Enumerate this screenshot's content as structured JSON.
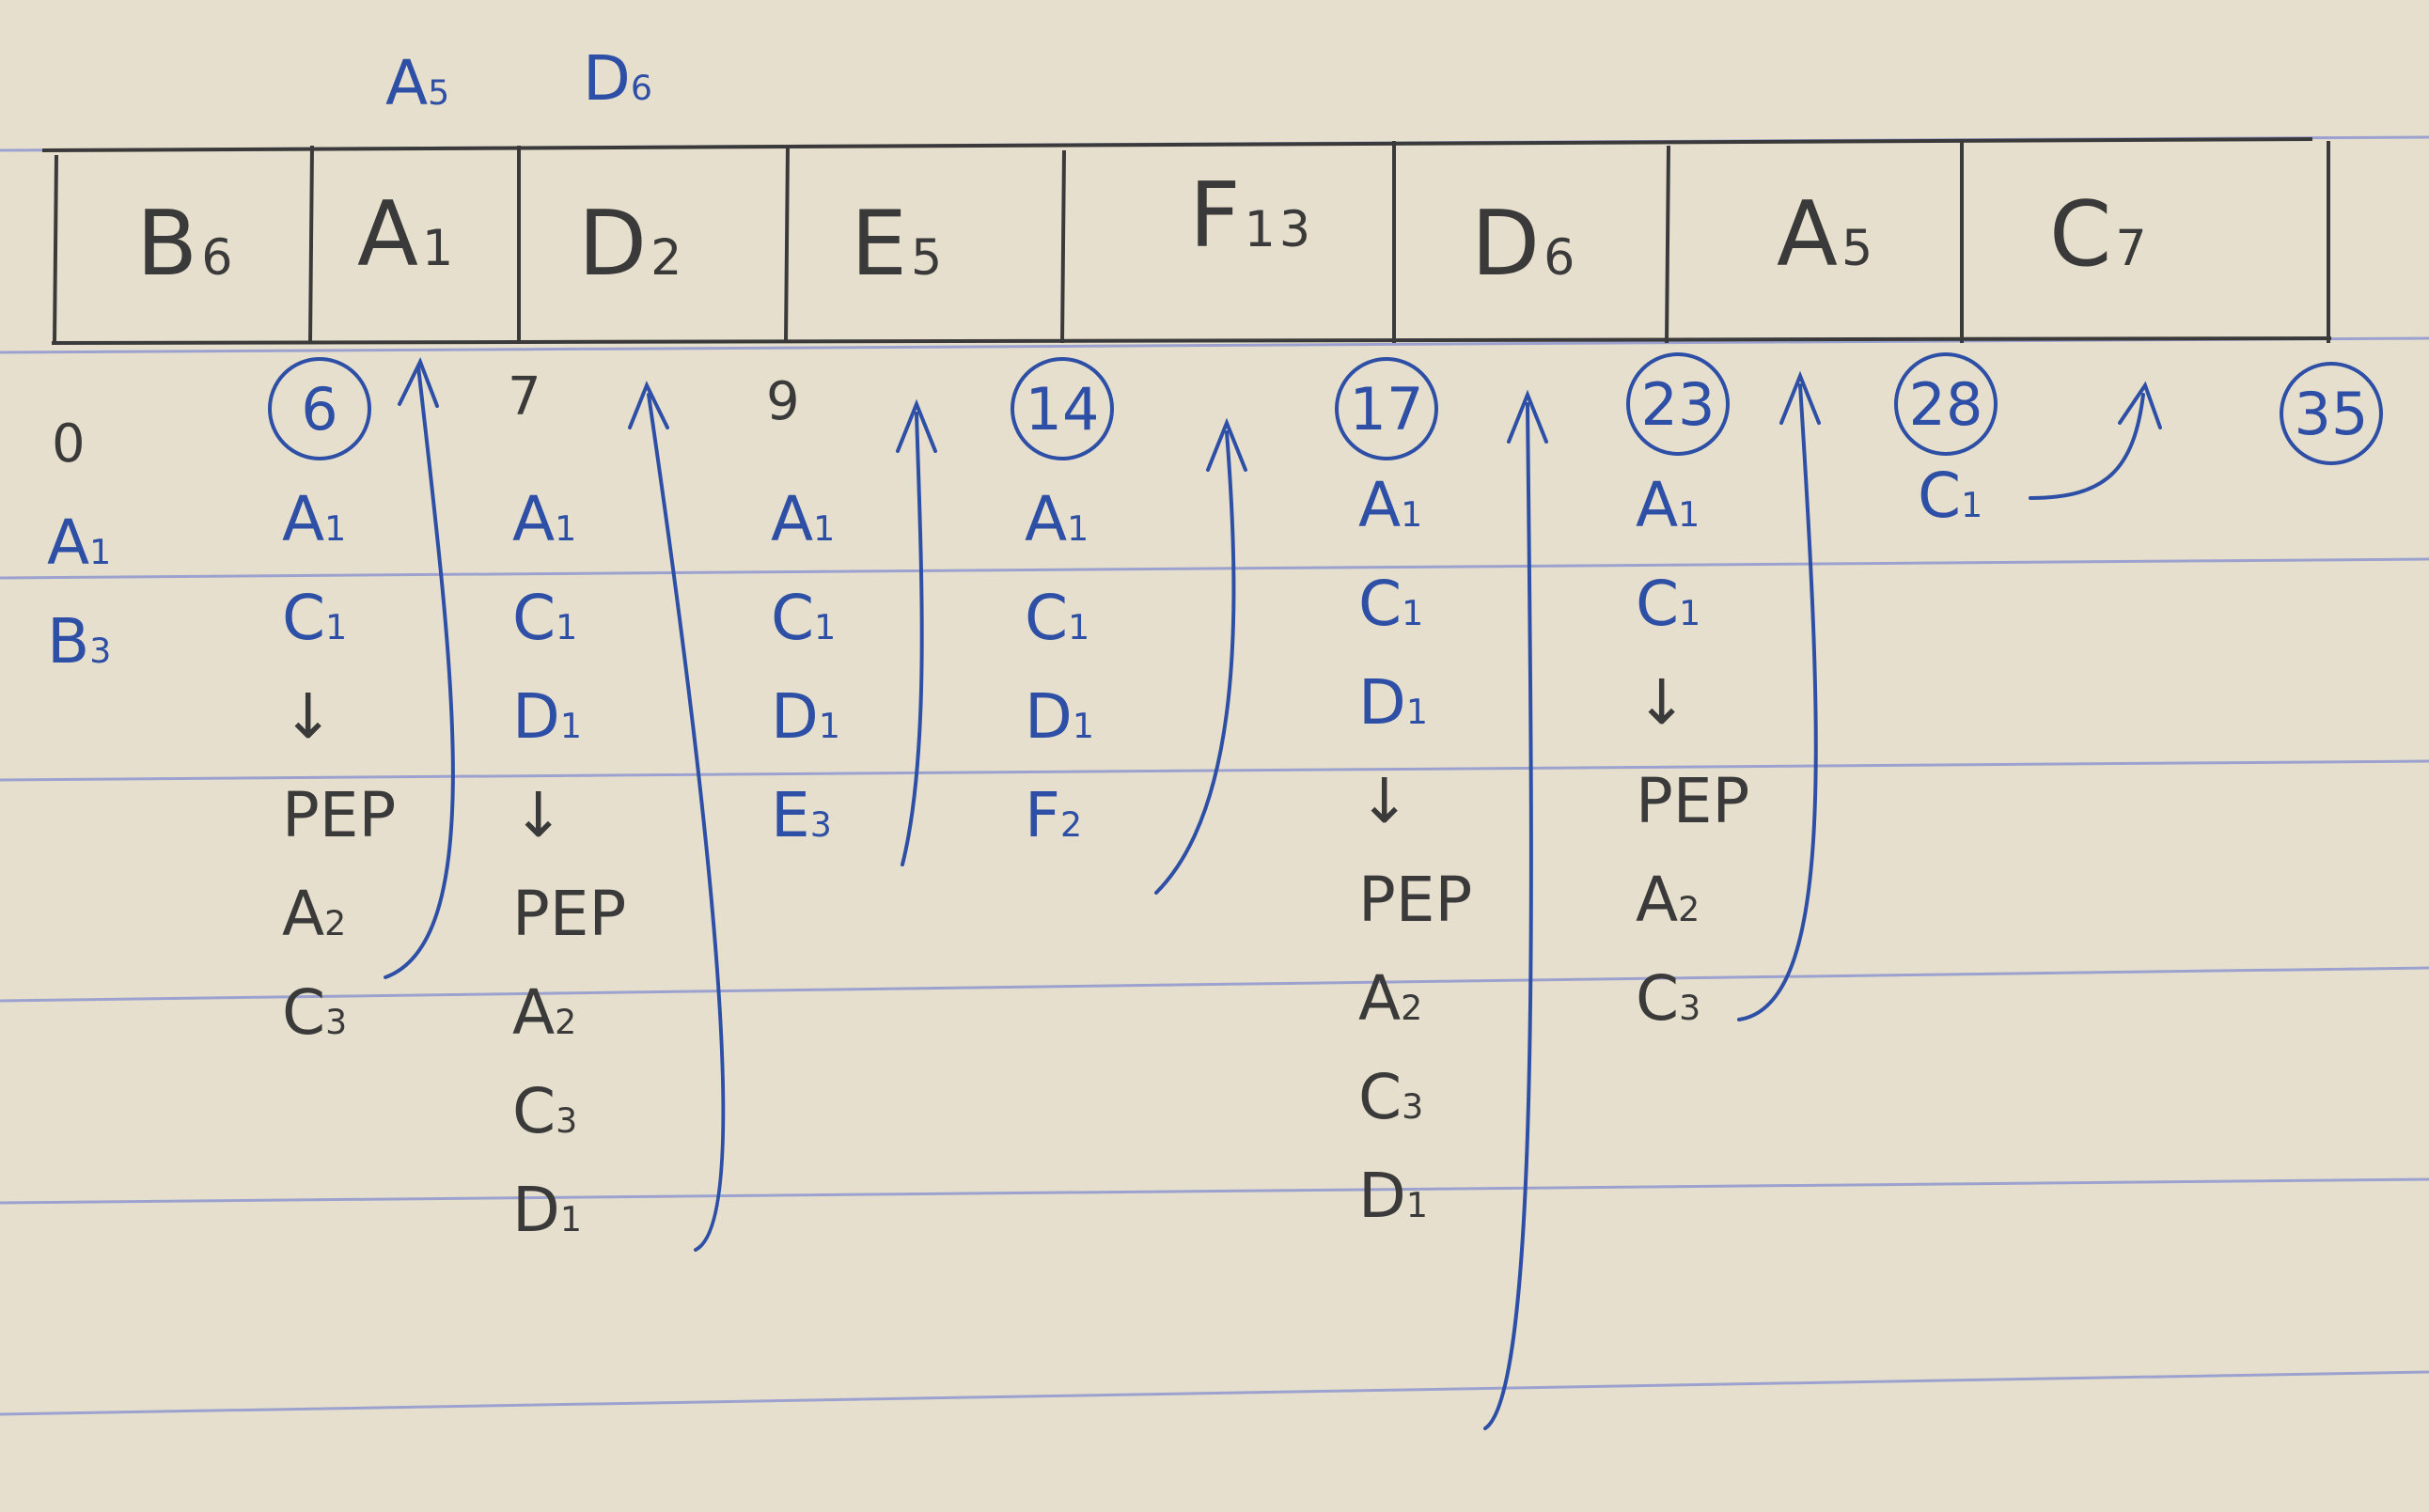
{
  "above_labels": [
    {
      "text": "A",
      "sub": "5"
    },
    {
      "text": "D",
      "sub": "6"
    }
  ],
  "cells": [
    {
      "text": "B",
      "sub": "6"
    },
    {
      "text": "A",
      "sub": "1"
    },
    {
      "text": "D",
      "sub": "2"
    },
    {
      "text": "E",
      "sub": "5"
    },
    {
      "text": "F",
      "sub": "13"
    },
    {
      "text": "D",
      "sub": "6"
    },
    {
      "text": "A",
      "sub": "5"
    },
    {
      "text": "C",
      "sub": "7"
    }
  ],
  "times": [
    "0",
    "6",
    "7",
    "9",
    "14",
    "17",
    "23",
    "28",
    "35"
  ],
  "columns": [
    {
      "entries": [
        {
          "text": "A",
          "sub": "1"
        },
        {
          "text": "B",
          "sub": "3"
        }
      ]
    },
    {
      "entries": [
        {
          "text": "A",
          "sub": "1"
        },
        {
          "text": "C",
          "sub": "1"
        },
        {
          "text": "↓",
          "sub": ""
        },
        {
          "text": "PEP",
          "sub": ""
        },
        {
          "text": "A",
          "sub": "2"
        },
        {
          "text": "C",
          "sub": "3"
        }
      ]
    },
    {
      "entries": [
        {
          "text": "A",
          "sub": "1"
        },
        {
          "text": "C",
          "sub": "1"
        },
        {
          "text": "D",
          "sub": "1"
        },
        {
          "text": "↓",
          "sub": ""
        },
        {
          "text": "PEP",
          "sub": ""
        },
        {
          "text": "A",
          "sub": "2"
        },
        {
          "text": "C",
          "sub": "3"
        },
        {
          "text": "D",
          "sub": "1"
        }
      ]
    },
    {
      "entries": [
        {
          "text": "A",
          "sub": "1"
        },
        {
          "text": "C",
          "sub": "1"
        },
        {
          "text": "D",
          "sub": "1"
        },
        {
          "text": "E",
          "sub": "3"
        }
      ]
    },
    {
      "entries": [
        {
          "text": "A",
          "sub": "1"
        },
        {
          "text": "C",
          "sub": "1"
        },
        {
          "text": "D",
          "sub": "1"
        },
        {
          "text": "F",
          "sub": "2"
        }
      ]
    },
    {
      "entries": [
        {
          "text": "A",
          "sub": "1"
        },
        {
          "text": "C",
          "sub": "1"
        },
        {
          "text": "D",
          "sub": "1"
        },
        {
          "text": "↓",
          "sub": ""
        },
        {
          "text": "PEP",
          "sub": ""
        },
        {
          "text": "A",
          "sub": "2"
        },
        {
          "text": "C",
          "sub": "3"
        },
        {
          "text": "D",
          "sub": "1"
        }
      ]
    },
    {
      "entries": [
        {
          "text": "A",
          "sub": "1"
        },
        {
          "text": "C",
          "sub": "1"
        },
        {
          "text": "↓",
          "sub": ""
        },
        {
          "text": "PEP",
          "sub": ""
        },
        {
          "text": "A",
          "sub": "2"
        },
        {
          "text": "C",
          "sub": "3"
        }
      ]
    },
    {
      "entries": [
        {
          "text": "C",
          "sub": "1"
        }
      ]
    }
  ],
  "colors": {
    "paper": "#e7dfcd",
    "ink_blue": "#2d4fa6",
    "pencil": "#3a3a3a",
    "rule": "#8a93d0"
  }
}
